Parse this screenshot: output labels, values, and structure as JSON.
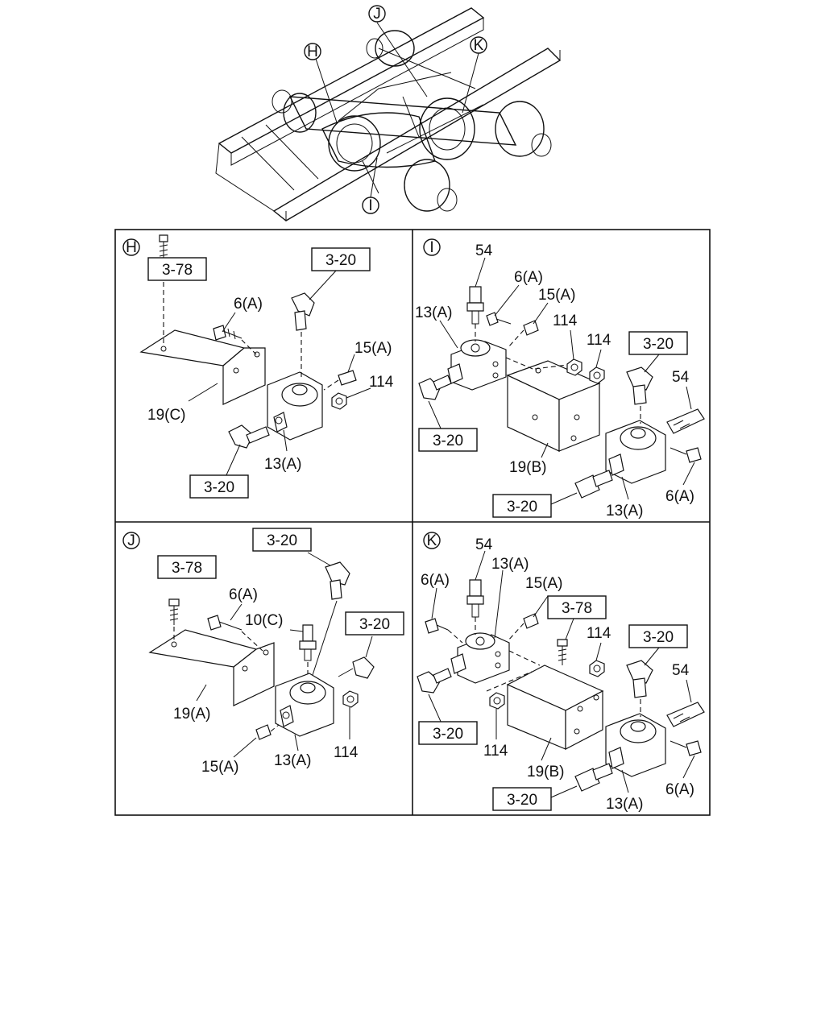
{
  "overview": {
    "callouts": [
      "H",
      "I",
      "J",
      "K"
    ]
  },
  "panels": {
    "H": {
      "letter": "H",
      "ref_boxes": [
        "3-78",
        "3-20",
        "3-20"
      ],
      "labels": [
        "6(A)",
        "15(A)",
        "114",
        "19(C)",
        "13(A)"
      ]
    },
    "I": {
      "letter": "I",
      "ref_boxes": [
        "3-20",
        "3-20",
        "3-20"
      ],
      "labels": [
        "54",
        "6(A)",
        "15(A)",
        "13(A)",
        "114",
        "114",
        "54",
        "19(B)",
        "13(A)",
        "6(A)"
      ]
    },
    "J": {
      "letter": "J",
      "ref_boxes": [
        "3-20",
        "3-78",
        "3-20"
      ],
      "labels": [
        "6(A)",
        "10(C)",
        "19(A)",
        "15(A)",
        "13(A)",
        "114"
      ]
    },
    "K": {
      "letter": "K",
      "ref_boxes": [
        "3-78",
        "3-20",
        "3-20",
        "3-20"
      ],
      "labels": [
        "54",
        "6(A)",
        "13(A)",
        "15(A)",
        "114",
        "54",
        "114",
        "19(B)",
        "13(A)",
        "6(A)"
      ]
    }
  }
}
